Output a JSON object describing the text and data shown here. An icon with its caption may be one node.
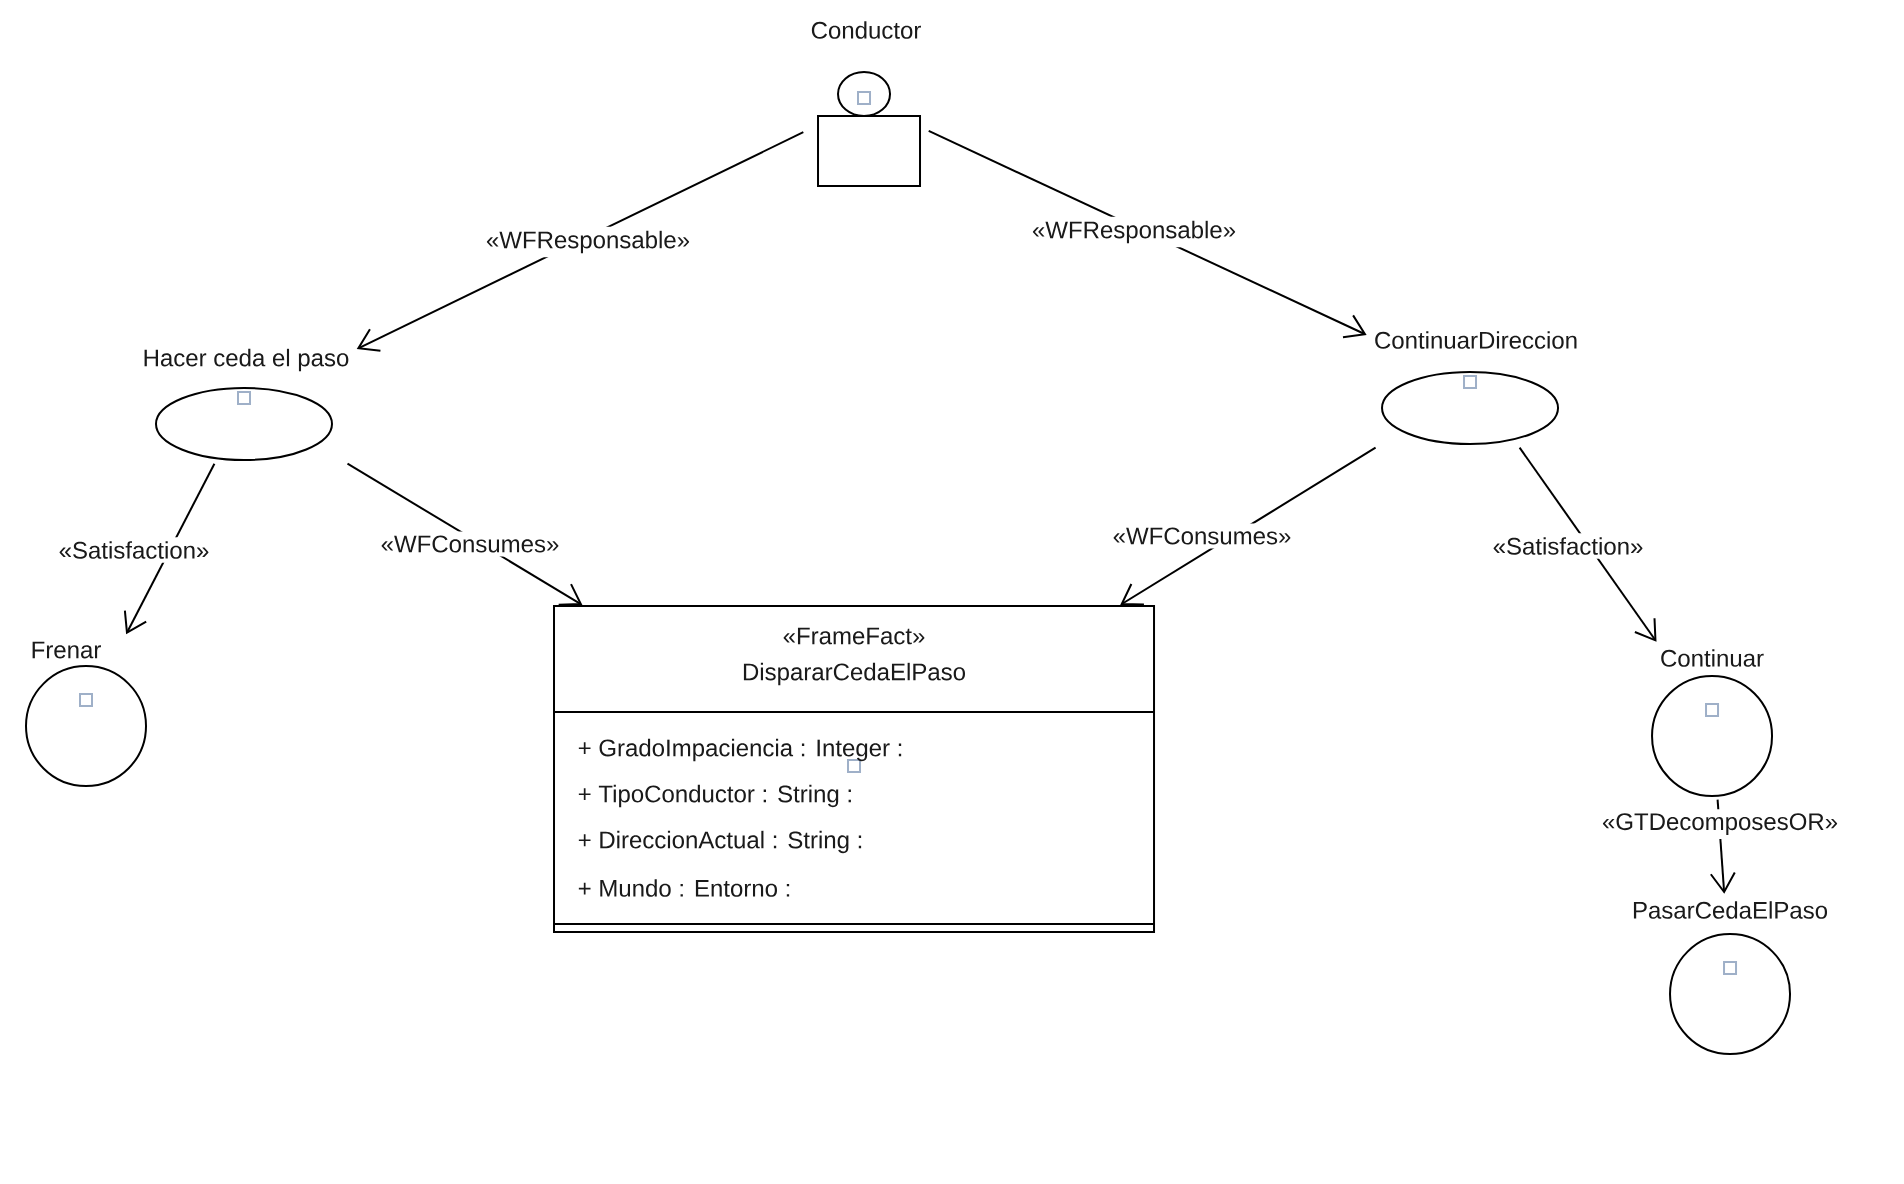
{
  "diagram": {
    "nodes": [
      {
        "text": [
          "Conductor"
        ]
      },
      {
        "text": [
          "Hacer ceda el paso"
        ]
      },
      {
        "text": [
          "ContinuarDireccion"
        ]
      },
      {
        "text": [
          "Frenar"
        ]
      },
      {
        "text": [
          "«FrameFact»",
          "DispararCedaElPaso",
          "+ GradoImpaciencia : Integer :",
          "+ TipoConductor : String :",
          "+ DireccionActual : String :",
          "+ Mundo : Entorno :"
        ]
      },
      {
        "text": [
          "Continuar"
        ]
      },
      {
        "text": [
          "PasarCedaElPaso"
        ]
      }
    ],
    "edges": [
      {
        "from": 0,
        "to": 1,
        "arrow": "to",
        "label": "«WFResponsable»"
      },
      {
        "from": 0,
        "to": 2,
        "arrow": "to",
        "label": "«WFResponsable»"
      },
      {
        "from": 1,
        "to": 3,
        "arrow": "to",
        "label": "«Satisfaction»"
      },
      {
        "from": 1,
        "to": 4,
        "arrow": "to",
        "label": "«WFConsumes»"
      },
      {
        "from": 2,
        "to": 4,
        "arrow": "to",
        "label": "«WFConsumes»"
      },
      {
        "from": 2,
        "to": 5,
        "arrow": "to",
        "label": "«Satisfaction»"
      },
      {
        "from": 5,
        "to": 6,
        "arrow": "to",
        "label": "«GTDecomposesOR»"
      }
    ]
  }
}
